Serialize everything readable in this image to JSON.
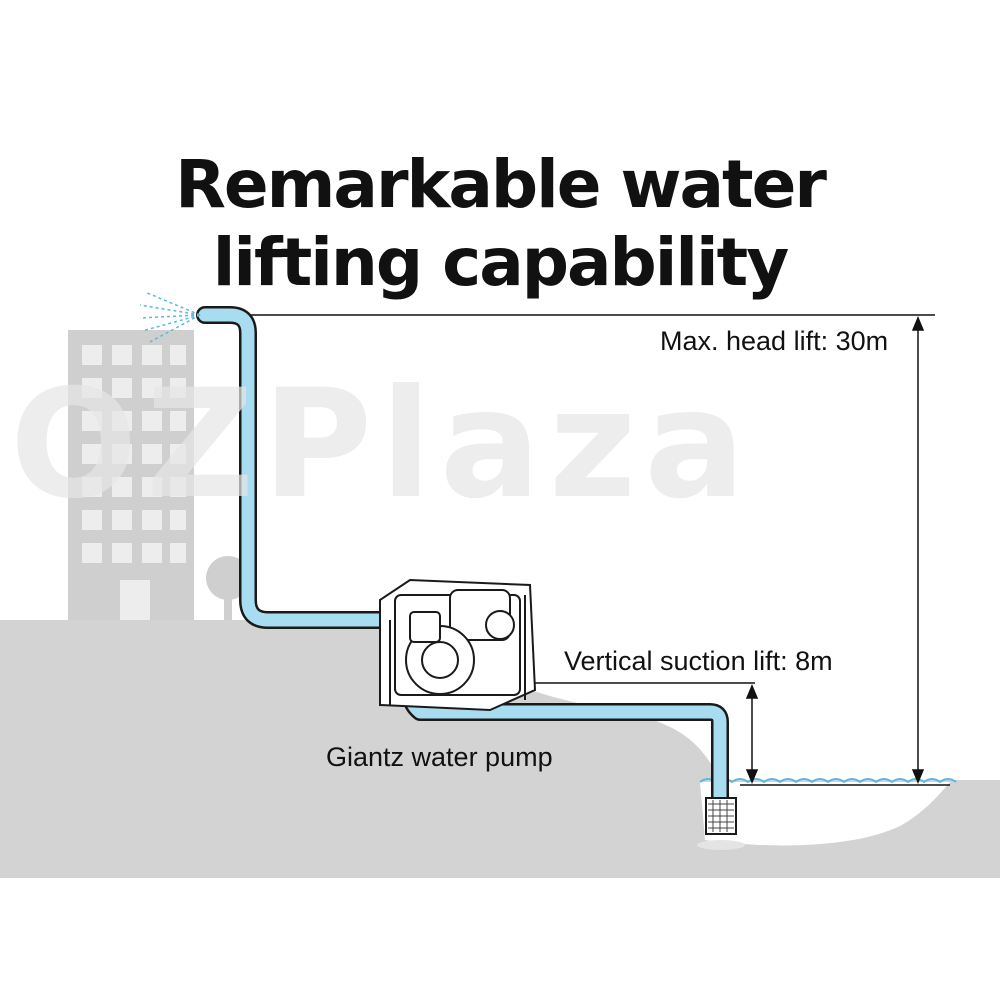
{
  "title": {
    "line1": "Remarkable water",
    "line2": "lifting capability"
  },
  "labels": {
    "head_lift": "Max. head lift: 30m",
    "suction_lift": "Vertical suction lift: 8m",
    "pump": "Giantz water pump"
  },
  "watermark": "OZPlaza",
  "colors": {
    "hose": "#a8dcf0",
    "hose_outline": "#1a1a1a",
    "ground": "#d3d3d3",
    "building": "#cfcfcf",
    "water": "#5bb8e0",
    "spray": "#5bb8e0"
  }
}
